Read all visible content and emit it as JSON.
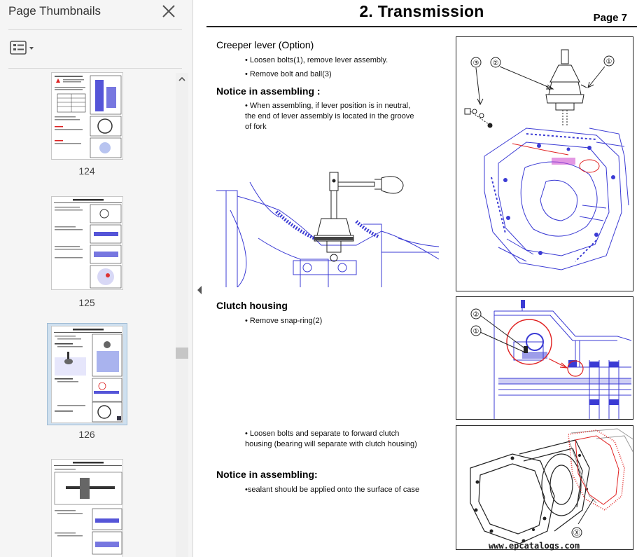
{
  "panel": {
    "title": "Page Thumbnails",
    "thumbnails": [
      {
        "label": "124"
      },
      {
        "label": "125"
      },
      {
        "label": "126"
      },
      {
        "label": ""
      }
    ]
  },
  "document": {
    "title": "2. Transmission",
    "page_label": "Page 7",
    "sections": {
      "creeper": {
        "heading": "Creeper lever (Option)",
        "bullets": [
          "• Loosen bolts(1), remove lever assembly.",
          "• Remove bolt and ball(3)"
        ]
      },
      "notice1": {
        "heading": "Notice in assembling :",
        "line1": "• When assembling, if lever position is in neutral,",
        "line2": "the end of lever assembly is located in the groove",
        "line3": "of fork"
      },
      "clutch": {
        "heading": "Clutch housing",
        "bullet": "• Remove snap-ring(2)"
      },
      "separate": {
        "line1": "• Loosen bolts and separate to forward clutch",
        "line2": "housing (bearing will separate with clutch housing)"
      },
      "notice2": {
        "heading": "Notice in assembling:",
        "bullet": "•sealant should be applied onto the surface of case"
      }
    },
    "callouts": {
      "fig1": [
        "③",
        "②",
        "①"
      ],
      "fig2": [
        "②",
        "①"
      ],
      "fig3": [
        "Ⓧ"
      ]
    },
    "watermark": "www.epcatalogs.com"
  },
  "colors": {
    "diagram_blue": "#3b3bd4",
    "highlight_red": "#e02020",
    "selection_bg": "#cfe0ef"
  },
  "icons": {
    "close": "close-icon",
    "options": "list-options-icon",
    "scroll_up": "chevron-up-icon",
    "collapse": "triangle-left-icon"
  }
}
